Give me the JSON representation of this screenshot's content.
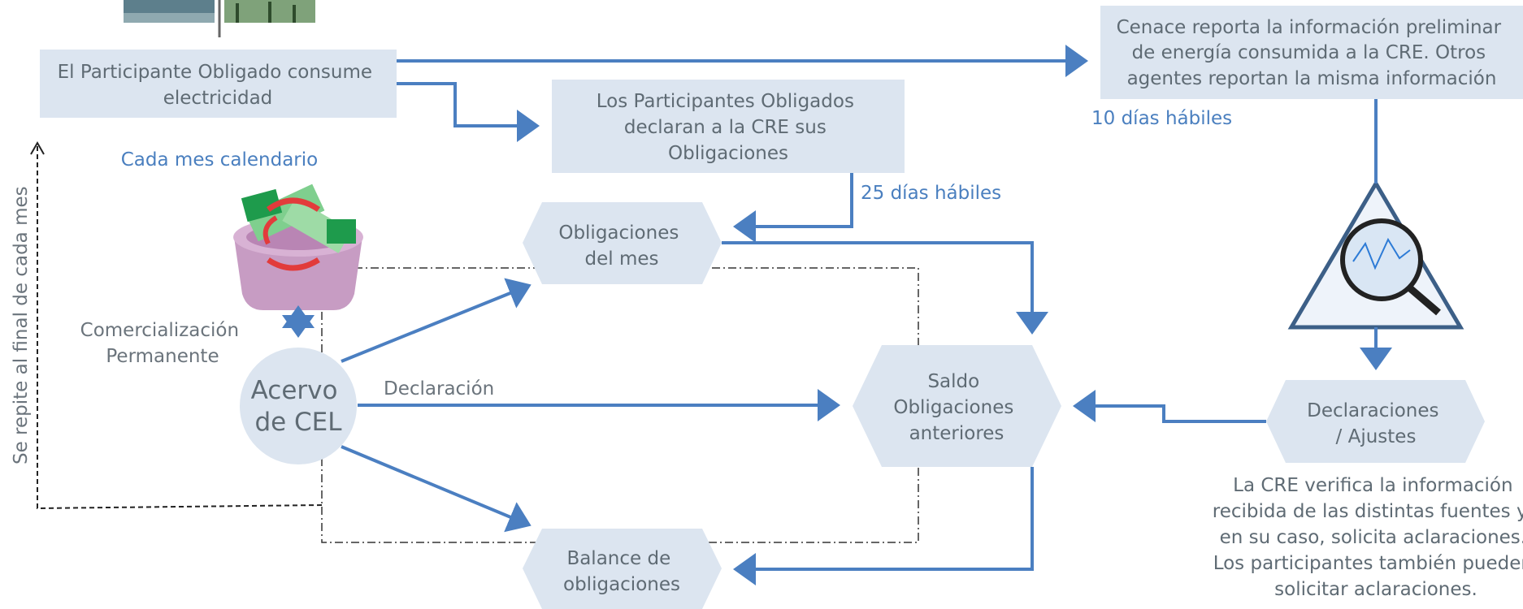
{
  "boxes": {
    "consume": [
      "El Participante Obligado consume",
      "electricidad"
    ],
    "declaran": [
      "Los Participantes Obligados",
      "declaran a la CRE sus",
      "Obligaciones"
    ],
    "cenace": [
      "Cenace reporta la información preliminar",
      "de energía consumida a la CRE. Otros",
      "agentes reportan la misma información"
    ]
  },
  "hexagons": {
    "obligaciones_mes": [
      "Obligaciones",
      "del mes"
    ],
    "saldo": [
      "Saldo",
      "Obligaciones",
      "anteriores"
    ],
    "balance": [
      "Balance de",
      "obligaciones"
    ],
    "declaraciones": [
      "Declaraciones",
      "/ Ajustes"
    ]
  },
  "acervo": [
    "Acervo",
    "de CEL"
  ],
  "labels": {
    "cada_mes": "Cada mes calendario",
    "dias_25": "25 días hábiles",
    "dias_10": "10 días hábiles",
    "declaracion": "Declaración",
    "comercializacion": [
      "Comercialización",
      "Permanente"
    ],
    "se_repite": "Se repite al final de cada mes",
    "verifica": [
      "La CRE verifica la información",
      "recibida de las distintas fuentes y,",
      "en su caso, solicita aclaraciones.",
      "Los participantes también pueden",
      "solicitar aclaraciones."
    ]
  },
  "images": {
    "money_basket": "money-basket",
    "magnifier_triangle": "magnifier-triangle",
    "top_photos": "power-plant-photos"
  },
  "colors": {
    "box_fill": "#dce5f0",
    "arrow": "#4b7fc1",
    "accent_text": "#4a7fbf",
    "body_text": "#5f6b74"
  }
}
